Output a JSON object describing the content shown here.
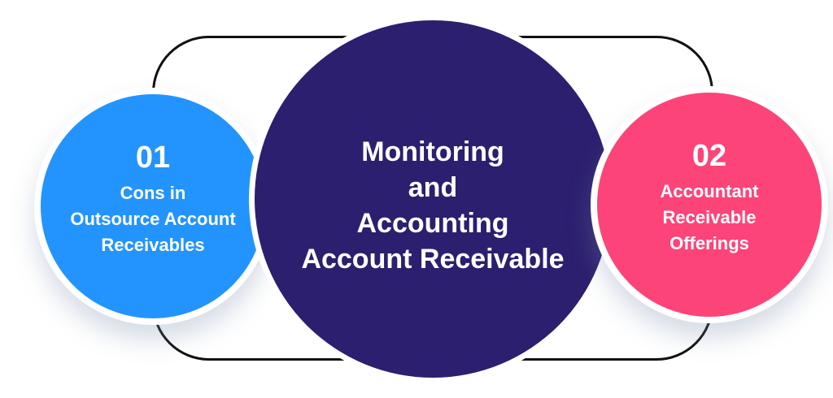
{
  "center": {
    "lines": [
      "Monitoring",
      "and",
      "Accounting",
      "Account Receivable"
    ]
  },
  "left": {
    "number": "01",
    "lines": [
      "Cons in",
      "Outsource Account",
      "Receivables"
    ]
  },
  "right": {
    "number": "02",
    "lines": [
      "Accountant",
      "Receivable",
      "Offerings"
    ]
  },
  "colors": {
    "center": "#2c1f6f",
    "left": "#2394fd",
    "right": "#fd4479"
  }
}
